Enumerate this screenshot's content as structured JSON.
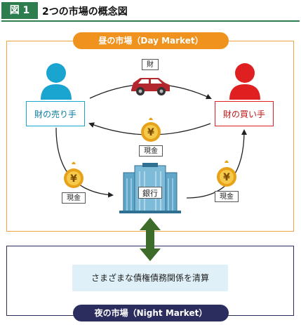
{
  "header": {
    "figure_badge": "図 1",
    "title": "2つの市場の概念図"
  },
  "day_market": {
    "label": "昼の市場（Day Market）"
  },
  "night_market": {
    "label": "夜の市場（Night Market）"
  },
  "seller": {
    "label": "財の売り手"
  },
  "buyer": {
    "label": "財の買い手"
  },
  "goods": {
    "label": "財"
  },
  "cash": {
    "center": "現金",
    "left": "現金",
    "right": "現金",
    "symbol": "¥"
  },
  "bank": {
    "label": "銀行"
  },
  "settlement": {
    "label": "さまざまな債権債務関係を清算"
  },
  "colors": {
    "green": "#2e7d4f",
    "orange": "#f0921e",
    "navy": "#2b2d5e",
    "seller_blue": "#19a5cf",
    "buyer_red": "#e02020",
    "car_red": "#b3262d",
    "coin_gold": "#e8a21a",
    "arrow_green": "#3d6b2a"
  }
}
